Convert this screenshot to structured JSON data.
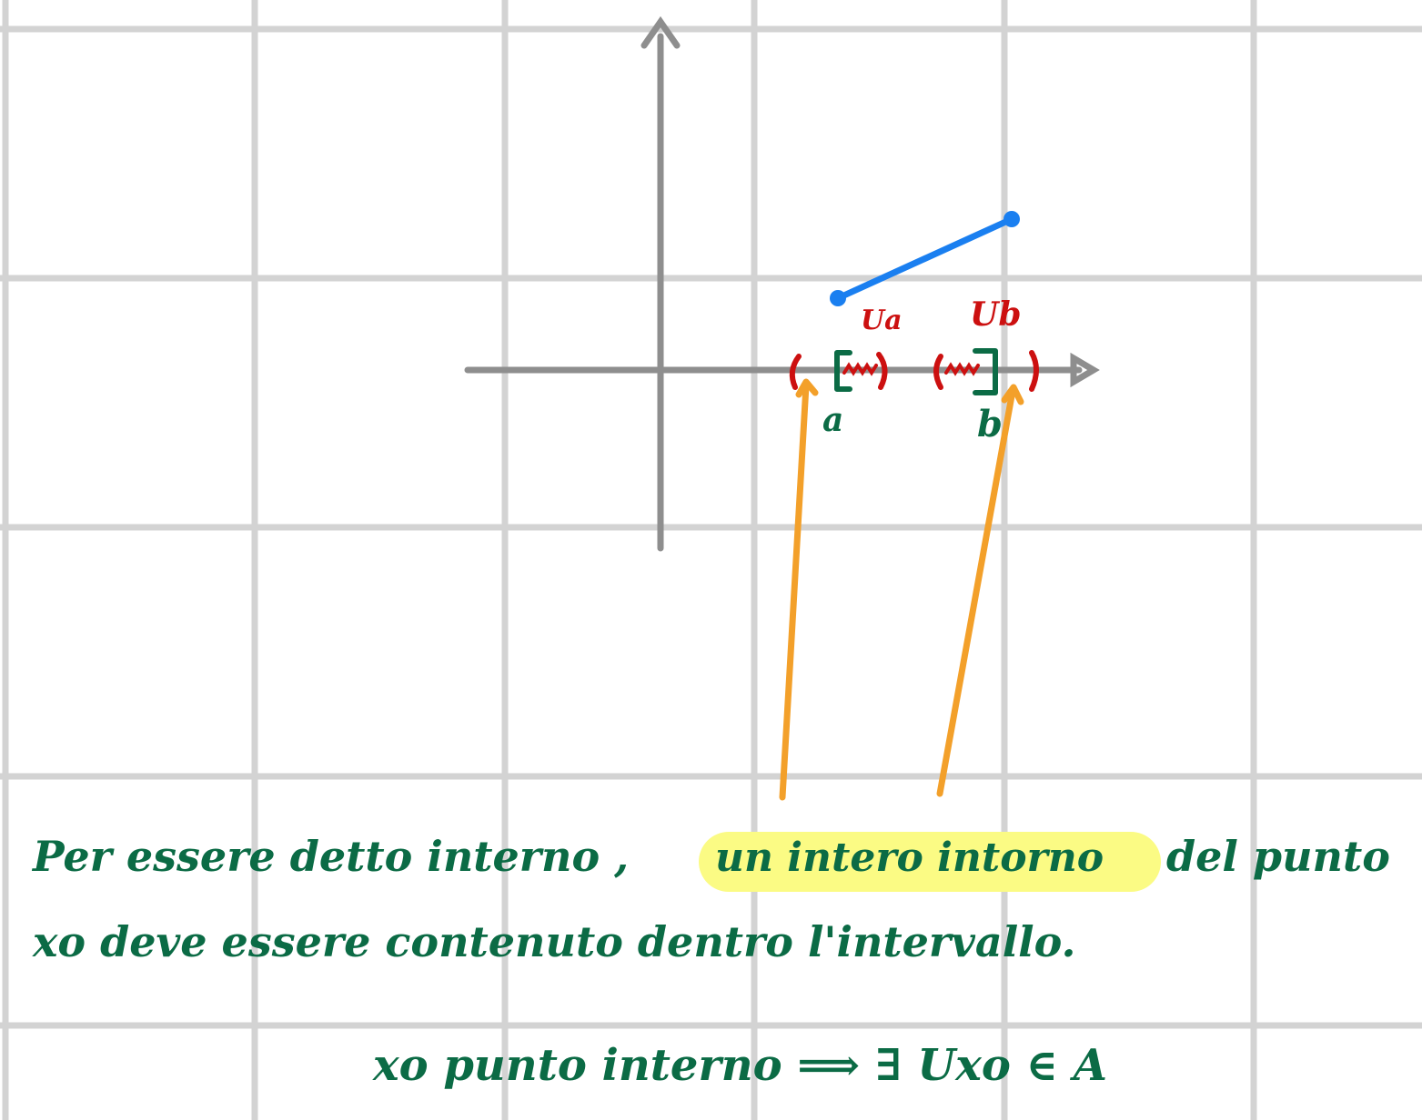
{
  "labels": {
    "neigh_a": "Ua",
    "neigh_b": "Ub",
    "point_a": "a",
    "point_b": "b"
  },
  "notes": {
    "line1_before": "Per essere detto interno ,",
    "line1_highlight": "un intero intorno",
    "line1_after": "del punto",
    "line2": "xo deve essere contenuto dentro l'intervallo.",
    "formula": "xo punto interno ⟹ ∃ Uxo ∈ A"
  },
  "colors": {
    "grid": "#d3d3d3",
    "axes": "#8e8e8e",
    "segment": "#1a7ff0",
    "red": "#cc1010",
    "green": "#0b6b45",
    "arrows": "#f3a02a",
    "highlight": "#fbfb84"
  }
}
